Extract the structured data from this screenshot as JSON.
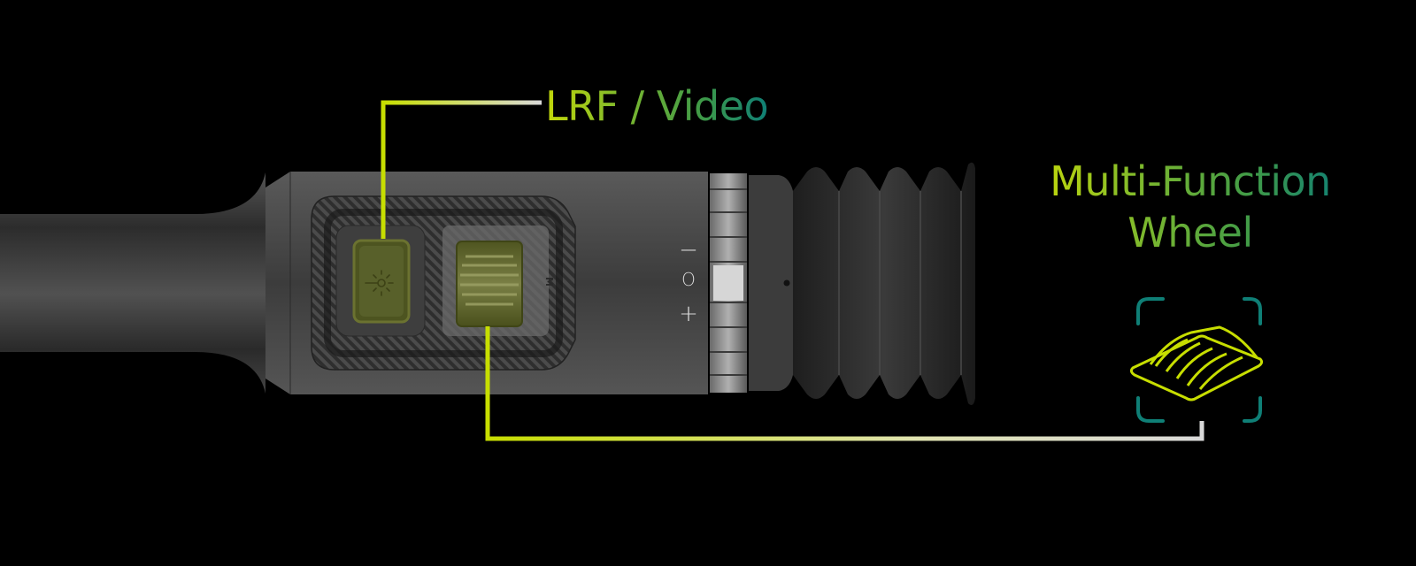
{
  "callouts": {
    "lrf_video": {
      "label": "LRF / Video",
      "line_color_start": "#c7de00",
      "line_color_end": "#d9d9d9"
    },
    "multi_function_wheel": {
      "label_line1": "Multi-Function",
      "label_line2": "Wheel",
      "line_color_start": "#c7de00",
      "line_color_end": "#d9d9d9"
    }
  },
  "device": {
    "dial_markings": {
      "minus": "−",
      "zero": "O",
      "plus": "+"
    },
    "wheel_side_mark": "M",
    "button_icon": "light-bulb-icon"
  },
  "wheel_icon": {
    "name": "scroll-wheel-icon",
    "stroke_color": "#c7de00",
    "bracket_color": "#0f7f76"
  },
  "colors": {
    "background": "#000000",
    "body": "#4a4a4a",
    "accent_lime": "#c7de00",
    "accent_teal": "#0f7f76",
    "button_olive": "#5c6228"
  }
}
